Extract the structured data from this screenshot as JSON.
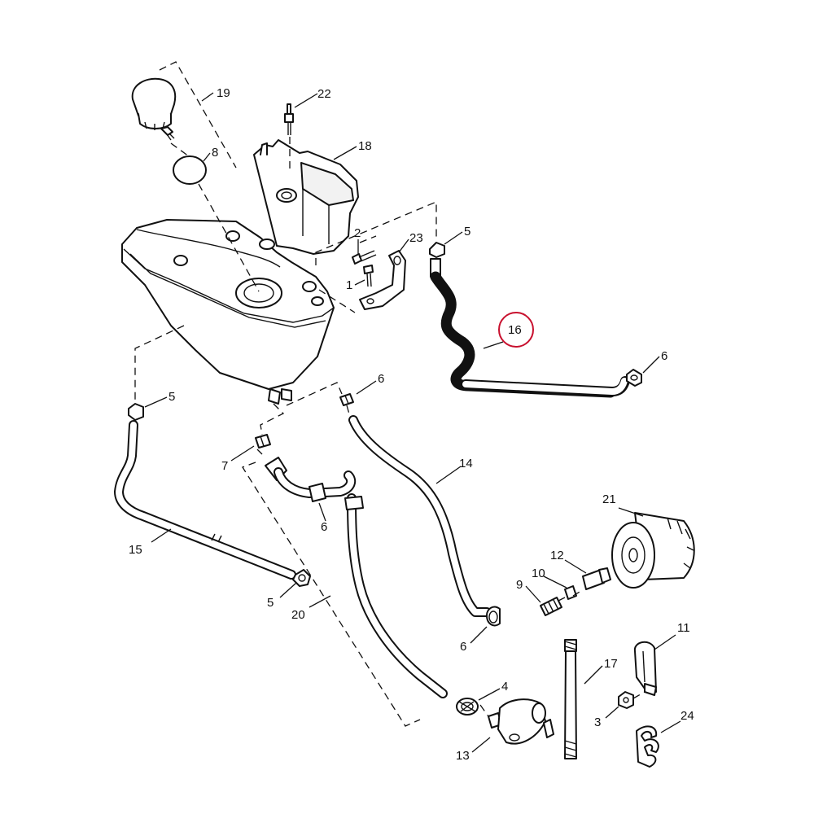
{
  "callouts": {
    "c1": "1",
    "c2": "2",
    "c3": "3",
    "c4": "4",
    "c5a": "5",
    "c5b": "5",
    "c5c": "5",
    "c6a": "6",
    "c6b": "6",
    "c6c": "6",
    "c6d": "6",
    "c7": "7",
    "c8": "8",
    "c9": "9",
    "c10": "10",
    "c11": "11",
    "c12": "12",
    "c13": "13",
    "c14": "14",
    "c15": "15",
    "c16": "16",
    "c17": "17",
    "c18": "18",
    "c19": "19",
    "c20": "20",
    "c21": "21",
    "c22": "22",
    "c23": "23",
    "c24": "24"
  },
  "highlight": {
    "part": "16",
    "color": "#c8102e"
  }
}
